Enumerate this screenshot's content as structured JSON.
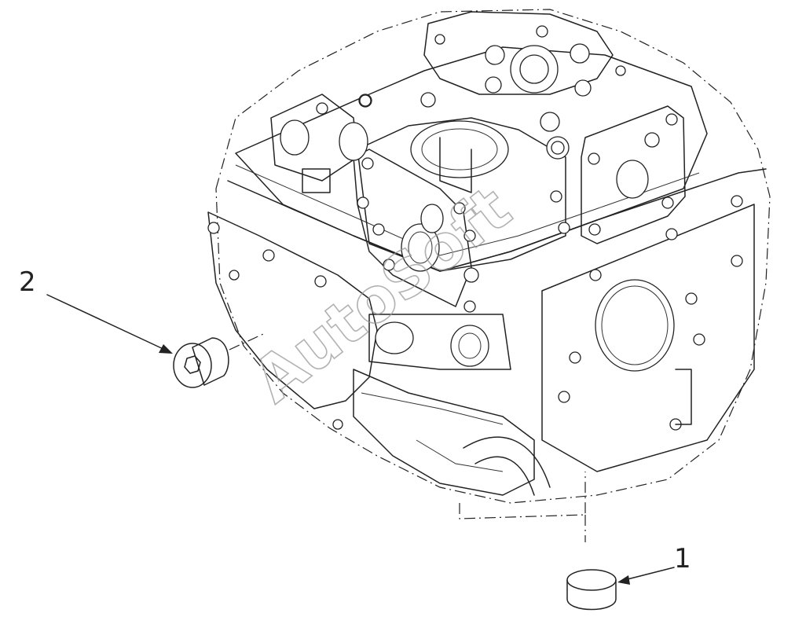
{
  "diagram": {
    "callouts": [
      {
        "number": "1",
        "part": "plug"
      },
      {
        "number": "2",
        "part": "hex-socket-plug"
      }
    ],
    "watermark": "AutoSoft"
  }
}
